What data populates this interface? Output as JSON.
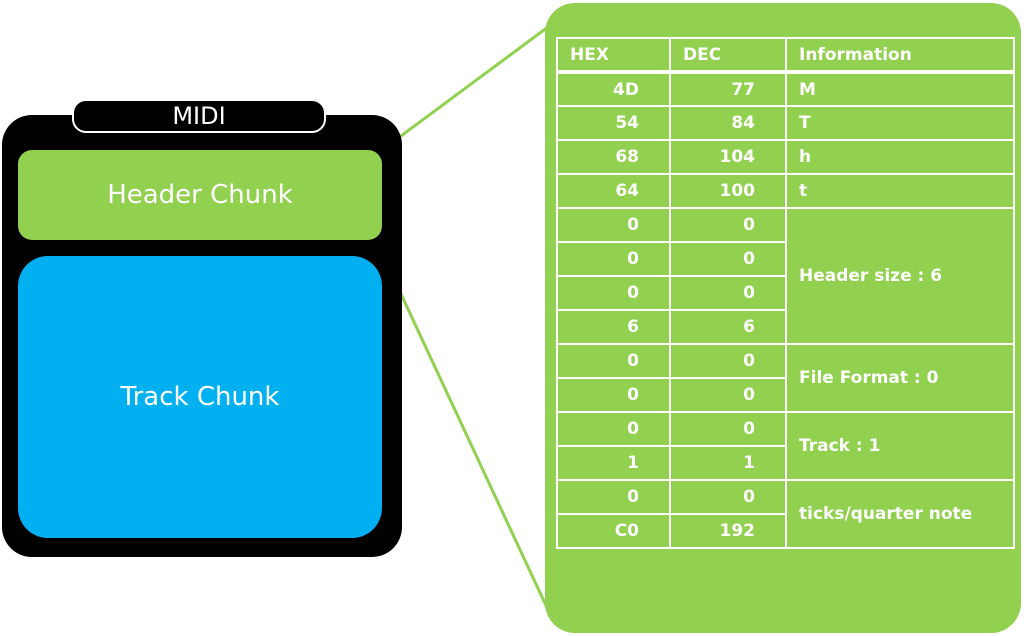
{
  "midi": {
    "label": "MIDI",
    "header_chunk": "Header Chunk",
    "track_chunk": "Track Chunk"
  },
  "table": {
    "columns": [
      "HEX",
      "DEC",
      "Information"
    ],
    "rows": [
      {
        "hex": "4D",
        "dec": "77"
      },
      {
        "hex": "54",
        "dec": "84"
      },
      {
        "hex": "68",
        "dec": "104"
      },
      {
        "hex": "64",
        "dec": "100"
      },
      {
        "hex": "0",
        "dec": "0"
      },
      {
        "hex": "0",
        "dec": "0"
      },
      {
        "hex": "0",
        "dec": "0"
      },
      {
        "hex": "6",
        "dec": "6"
      },
      {
        "hex": "0",
        "dec": "0"
      },
      {
        "hex": "0",
        "dec": "0"
      },
      {
        "hex": "0",
        "dec": "0"
      },
      {
        "hex": "1",
        "dec": "1"
      },
      {
        "hex": "0",
        "dec": "0"
      },
      {
        "hex": "C0",
        "dec": "192"
      }
    ],
    "info": [
      "M",
      "T",
      "h",
      "t",
      "Header size : 6",
      "File Format : 0",
      "Track : 1",
      "ticks/quarter note"
    ]
  },
  "colors": {
    "header_green": "#92d050",
    "track_blue": "#00b0f0",
    "frame_black": "#000000"
  }
}
